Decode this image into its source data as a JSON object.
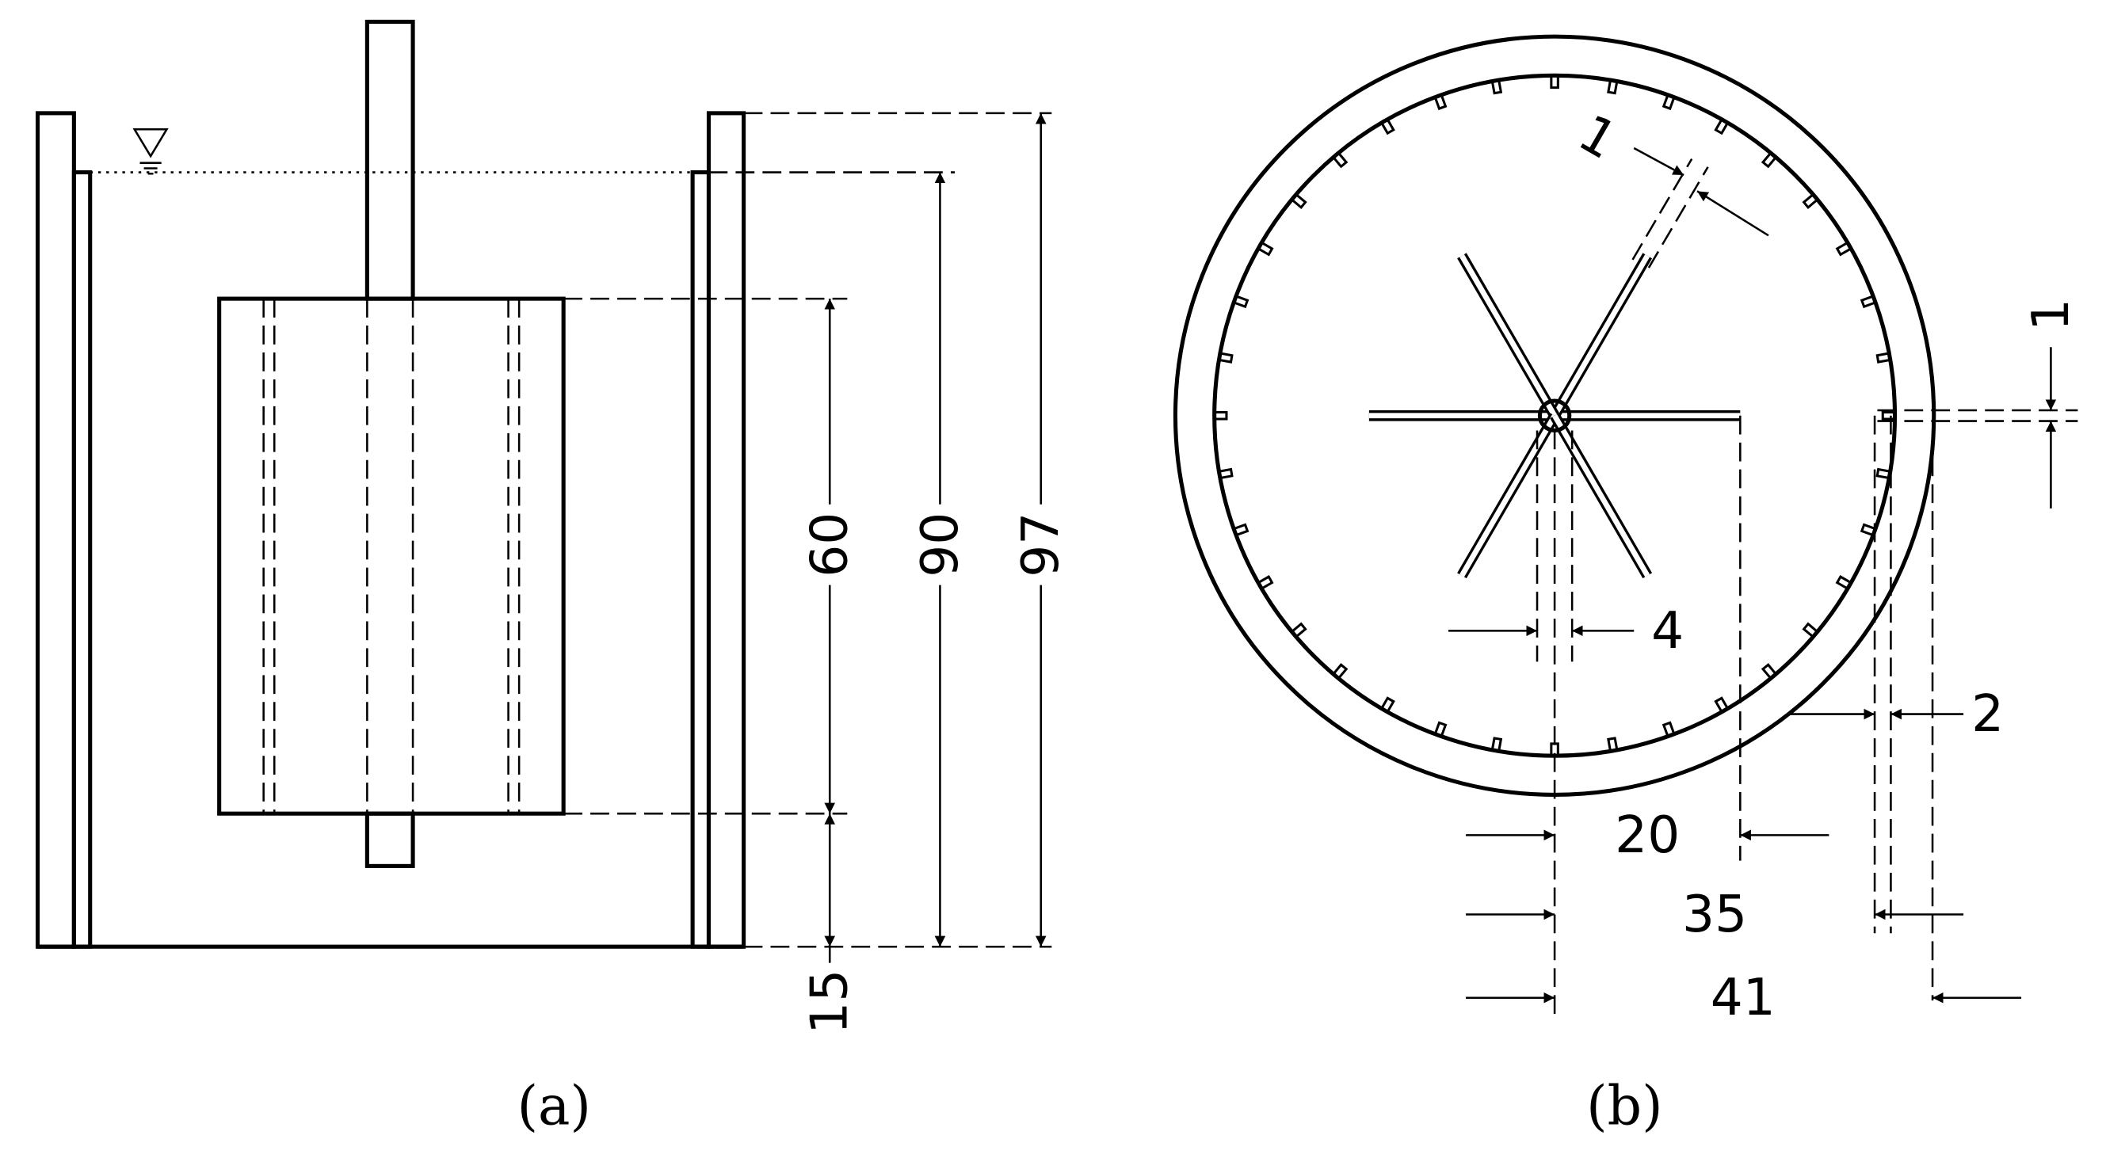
{
  "panel_a": {
    "caption": "(a)",
    "dimensions": {
      "d60": "60",
      "d90": "90",
      "d97": "97",
      "d15": "15"
    }
  },
  "panel_b": {
    "caption": "(b)",
    "dimensions": {
      "d1_top": "1",
      "d1_right": "1",
      "d4": "4",
      "d2": "2",
      "d20": "20",
      "d35": "35",
      "d41": "41"
    }
  }
}
